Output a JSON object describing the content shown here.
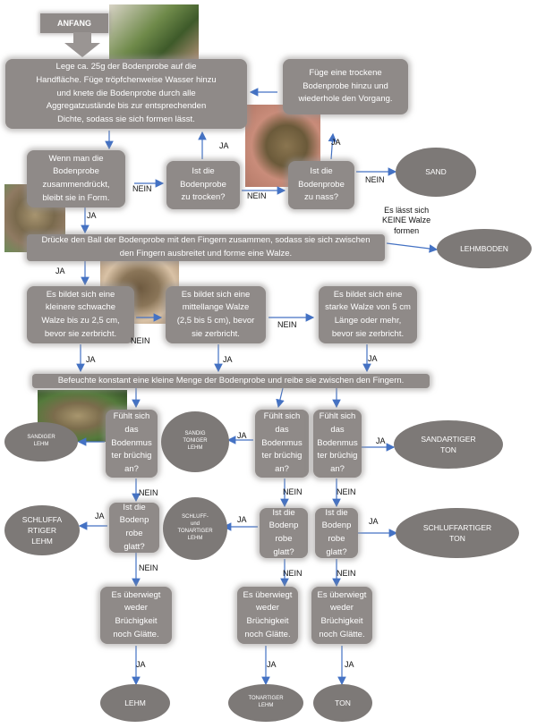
{
  "start_label": "ANFANG",
  "steps": {
    "s1": "Lege ca. 25g der Bodenprobe auf die\nHandfläche. Füge tröpfchenweise Wasser hinzu\nund knete die Bodenprobe durch alle\nAggregatzustände bis zur entsprechenden\nDichte, sodass sie sich formen lässt.",
    "s2": "Füge eine trockene\nBodenprobe hinzu und\nwiederhole den Vorgang.",
    "s3": "Wenn man die\nBodenprobe\nzusammendrückt,\nbleibt sie in Form.",
    "s4": "Ist die\nBodenprobe\nzu trocken?",
    "s5": "Ist die\nBodenprobe\nzu nass?",
    "s6": "Drücke den Ball der Bodenprobe mit den Fingern zusammen, sodass sie sich zwischen\nden Fingern ausbreitet und forme eine Walze.",
    "s7": "Es bildet sich eine\nkleinere schwache\nWalze bis zu 2,5 cm,\nbevor sie zerbricht.",
    "s8": "Es bildet sich eine\nmittellange Walze\n(2,5 bis 5 cm), bevor\nsie zerbricht.",
    "s9": "Es bildet sich eine\nstarke Walze von 5 cm\nLänge oder mehr,\nbevor sie zerbricht.",
    "s10": "Befeuchte konstant eine kleine Menge der Bodenprobe und reibe sie zwischen den Fingern.",
    "q1": "Fühlt sich\ndas\nBodenmus\nter brüchig\nan?",
    "q2": "Fühlt sich\ndas\nBodenmus\nter brüchig\nan?",
    "q3": "Fühlt sich\ndas\nBodenmus\nter brüchig\nan?",
    "g1": "Ist die\nBodenp\nrobe\nglatt?",
    "g2": "Ist die\nBodenp\nrobe\nglatt?",
    "g3": "Ist die\nBodenp\nrobe\nglatt?",
    "w1": "Es überwiegt\nweder\nBrüchigkeit\nnoch Glätte.",
    "w2": "Es überwiegt\nweder\nBrüchigkeit\nnoch Glätte.",
    "w3": "Es überwiegt\nweder\nBrüchigkeit\nnoch Glätte."
  },
  "results": {
    "sand": "SAND",
    "lehmboden": "LEHMBODEN",
    "sandiger_lehm": "SANDIGER\nLEHM",
    "sandig_toniger_lehm": "SANDIG\nTONIGER\nLEHM",
    "sandartiger_ton": "SANDARTIGER\nTON",
    "schluffartiger_lehm": "SCHLUFFA\nRTIGER\nLEHM",
    "schluff_tonartiger_lehm": "SCHLUFF-\nund\nTONARTIGER\nLEHM",
    "schluffartiger_ton": "SCHLUFFARTIGER\nTON",
    "lehm": "LEHM",
    "tonartiger_lehm": "TONARTIGER\nLEHM",
    "ton": "TON"
  },
  "labels": {
    "ja": "JA",
    "nein": "NEIN",
    "keine_walze": "Es lässt sich\nKEINE Walze\nformen"
  }
}
